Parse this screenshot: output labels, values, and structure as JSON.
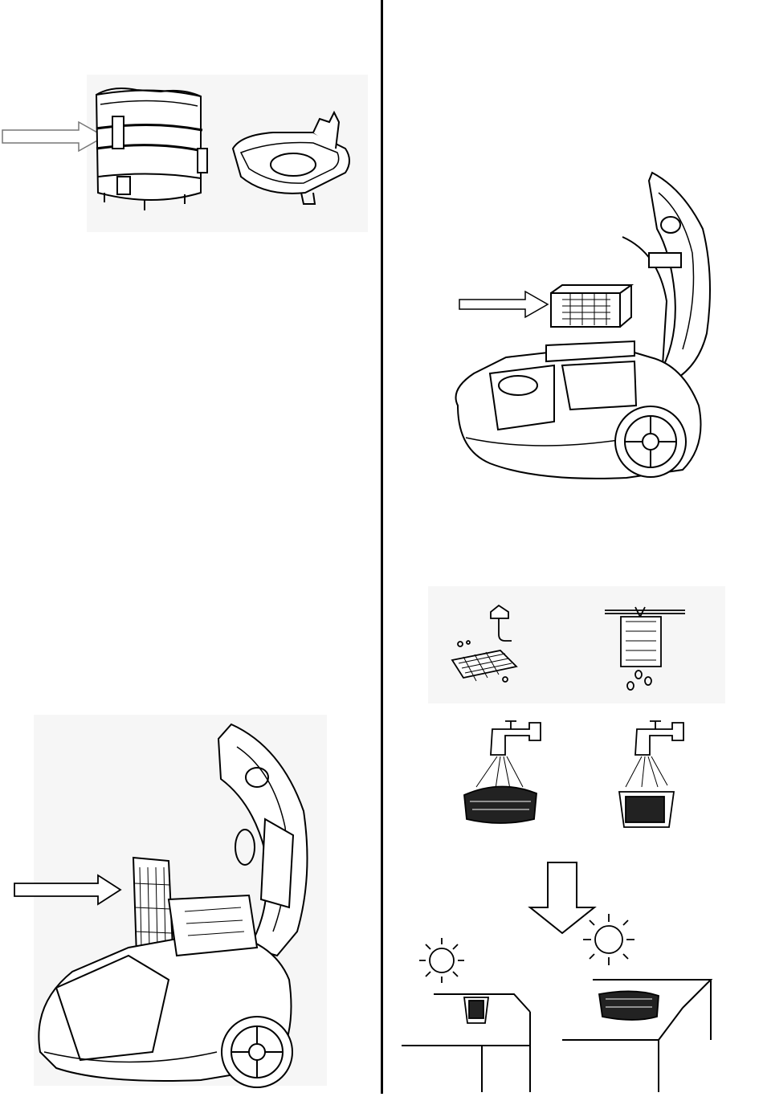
{
  "document": {
    "title": "",
    "illustrations": [
      {
        "name": "dust-container-removal",
        "icon": "arrow-right-icon"
      },
      {
        "name": "exhaust-filter-removal",
        "icon": "arrow-right-icon"
      },
      {
        "name": "motor-filter-removal",
        "icon": "arrow-right-icon"
      },
      {
        "name": "filter-washing",
        "icon": "faucet-icon"
      },
      {
        "name": "filter-drying",
        "icon": "sun-icon"
      }
    ]
  },
  "colors": {
    "line": "#000000",
    "panel_bg": "#f6f6f6",
    "page_bg": "#ffffff",
    "divider": "#000000"
  }
}
